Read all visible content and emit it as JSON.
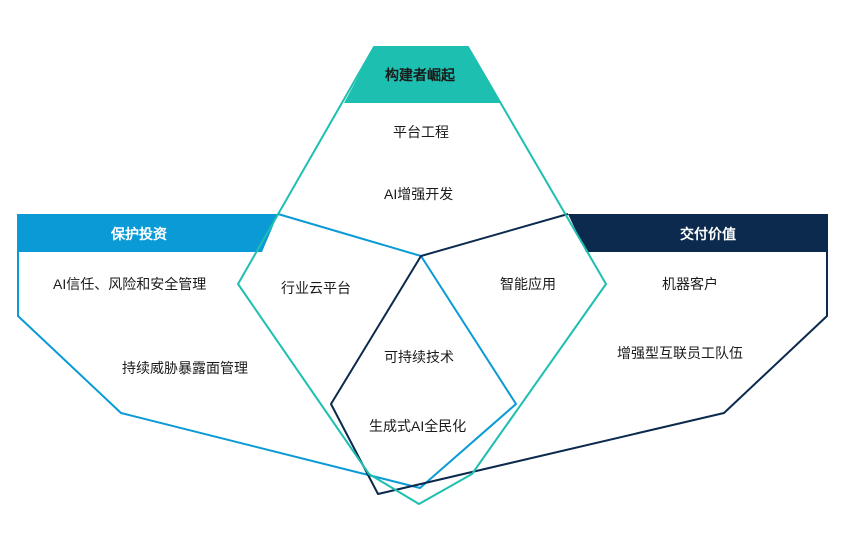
{
  "diagram": {
    "top": {
      "header": "构建者崛起",
      "items": [
        "平台工程",
        "AI增强开发"
      ]
    },
    "left": {
      "header": "保护投资",
      "items": [
        "AI信任、风险和安全管理",
        "持续威胁暴露面管理"
      ]
    },
    "right": {
      "header": "交付价值",
      "items": [
        "机器客户",
        "增强型互联员工队伍"
      ]
    },
    "overlap_top_left": "行业云平台",
    "overlap_top_right": "智能应用",
    "center": [
      "可持续技术",
      "生成式AI全民化"
    ]
  },
  "colors": {
    "teal": "#1dbfb0",
    "blue": "#0a9ad6",
    "navy": "#0b2a4e"
  }
}
